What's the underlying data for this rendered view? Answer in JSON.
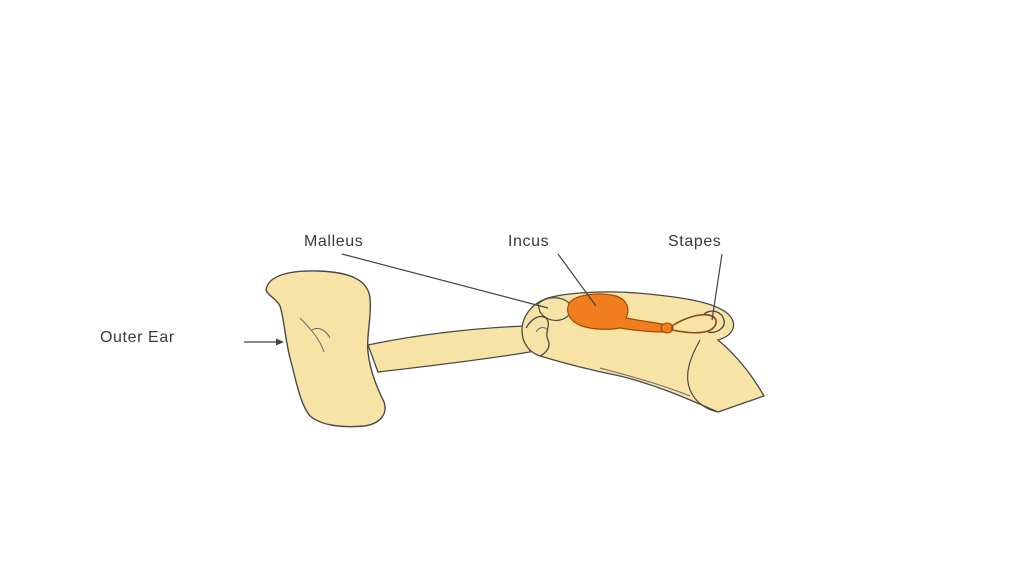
{
  "labels": {
    "outer_ear": "Outer Ear",
    "malleus": "Malleus",
    "incus": "Incus",
    "stapes": "Stapes"
  },
  "colors": {
    "tissue_fill": "#f7e3a6",
    "tissue_outline": "#4a4a4a",
    "ossicle_fill": "#f07d1e",
    "ossicle_outline": "#a14a08",
    "leader_line": "#444444",
    "label_text": "#3a3a3a",
    "background": "#ffffff"
  }
}
